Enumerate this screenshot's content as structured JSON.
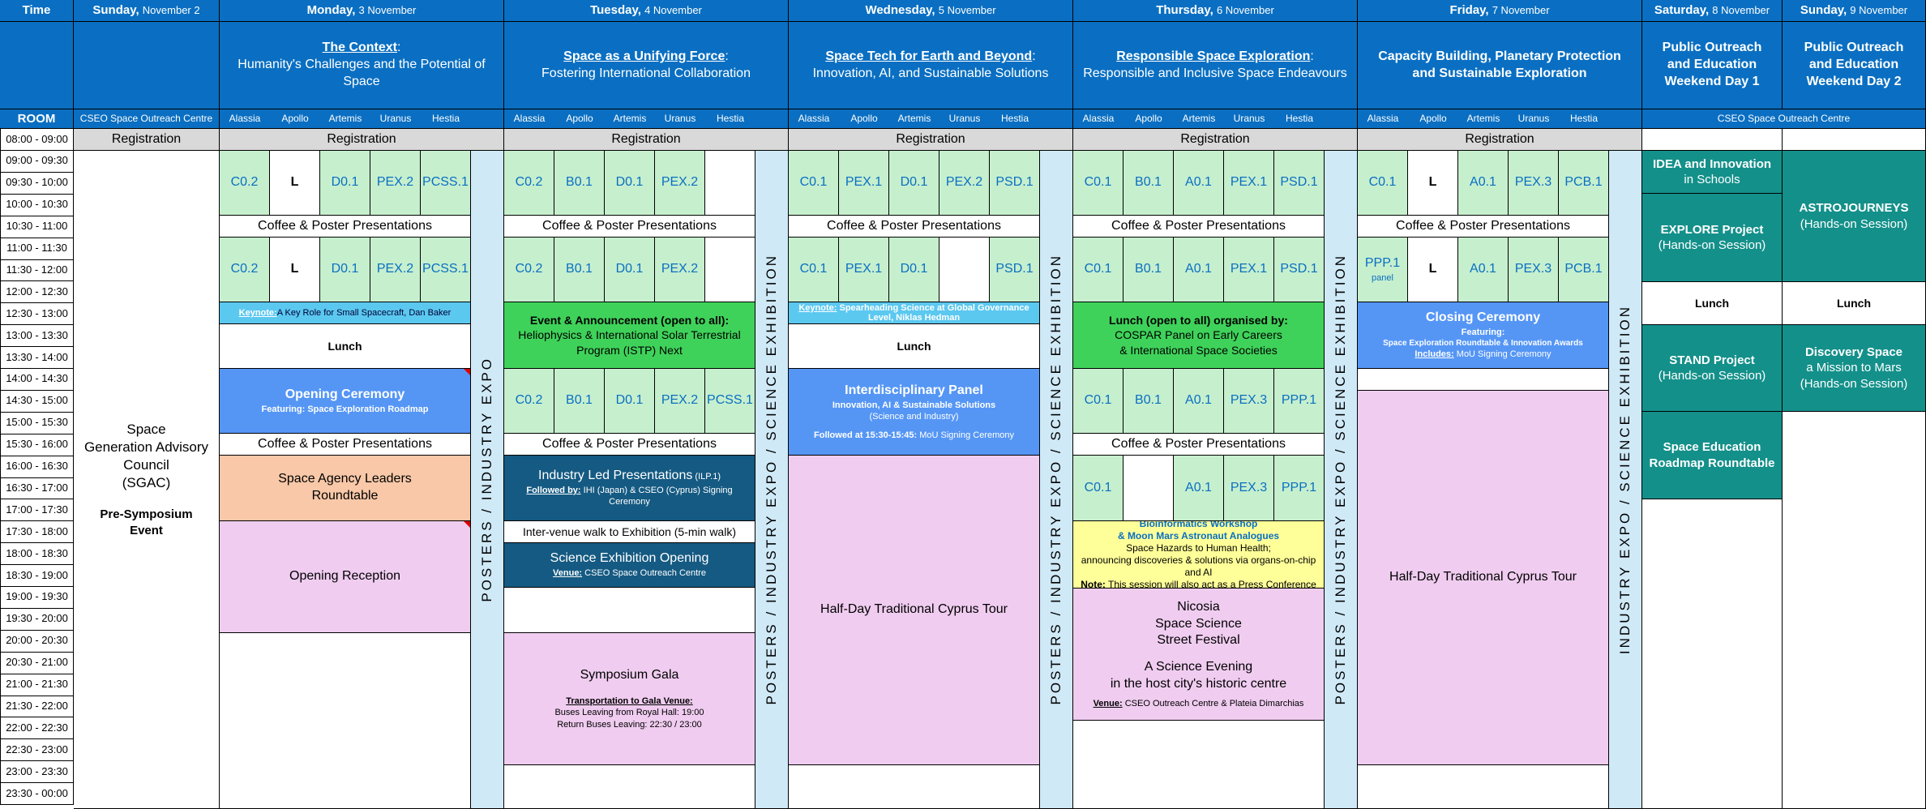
{
  "header": {
    "time": "Time",
    "room": "ROOM",
    "days": [
      {
        "name": "Sunday,",
        "date": "November 2"
      },
      {
        "name": "Monday,",
        "date": "3 November"
      },
      {
        "name": "Tuesday,",
        "date": "4 November"
      },
      {
        "name": "Wednesday,",
        "date": "5 November"
      },
      {
        "name": "Thursday,",
        "date": "6 November"
      },
      {
        "name": "Friday,",
        "date": "7 November"
      },
      {
        "name": "Saturday,",
        "date": "8 November"
      },
      {
        "name": "Sunday,",
        "date": "9 November"
      }
    ],
    "themes": [
      {
        "title": "The Context",
        "sub": "Humanity's Challenges and the Potential of Space"
      },
      {
        "title": "Space as a Unifying Force",
        "sub": "Fostering International Collaboration"
      },
      {
        "title": "Space Tech for Earth and Beyond",
        "sub": "Innovation, AI, and Sustainable Solutions"
      },
      {
        "title": "Responsible Space Exploration",
        "sub": "Responsible and Inclusive Space Endeavours"
      },
      {
        "title": "Capacity Building, Planetary Protection and Sustainable Exploration",
        "sub": ""
      },
      {
        "title": "Public Outreach and Education Weekend Day 1",
        "sub": ""
      },
      {
        "title": "Public Outreach and Education Weekend Day 2",
        "sub": ""
      }
    ],
    "venue_sun": "CSEO Space Outreach Centre",
    "venue_sat": "CSEO Space Outreach Centre",
    "rooms": [
      "Alassia",
      "Apollo",
      "Artemis",
      "Uranus",
      "Hestia"
    ]
  },
  "times": [
    "08:00 - 09:00",
    "09:00 - 09:30",
    "09:30 - 10:00",
    "10:00 - 10:30",
    "10:30 - 11:00",
    "11:00 - 11:30",
    "11:30 - 12:00",
    "12:00 - 12:30",
    "12:30 - 13:00",
    "13:00 - 13:30",
    "13:30 - 14:00",
    "14:00 - 14:30",
    "14:30 - 15:00",
    "15:00 - 15:30",
    "15:30 - 16:00",
    "16:00 - 16:30",
    "16:30 - 17:00",
    "17:00 - 17:30",
    "17:30 - 18:00",
    "18:00 - 18:30",
    "18:30 - 19:00",
    "19:00 - 19:30",
    "19:30 - 20:00",
    "20:00 - 20:30",
    "20:30 - 21:00",
    "21:00 - 21:30",
    "21:30 - 22:00",
    "22:00 - 22:30",
    "22:30 - 23:00",
    "23:00 - 23:30",
    "23:30 - 00:00"
  ],
  "labels": {
    "registration": "Registration",
    "coffee": "Coffee & Poster Presentations",
    "lunch": "Lunch",
    "L": "L",
    "posters_industry": "POSTERS / INDUSTRY EXPO",
    "posters_science": "POSTERS / INDUSTRY EXPO / SCIENCE EXHIBITION",
    "industry_science": "INDUSTRY EXPO / SCIENCE EXHIBITION"
  },
  "sunday": {
    "line1": "Space",
    "line2": "Generation Advisory",
    "line3": "Council",
    "line4": "(SGAC)",
    "pre1": "Pre-Symposium",
    "pre2": "Event"
  },
  "monday": {
    "am1": [
      "C0.2",
      "D0.1",
      "PEX.2",
      "PCSS.1"
    ],
    "am2": [
      "C0.2",
      "D0.1",
      "PEX.2",
      "PCSS.1"
    ],
    "keynote_label": "Keynote:",
    "keynote": " A Key Role for Small Spacecraft, Dan Baker",
    "opening": "Opening Ceremony",
    "opening_feat": "Featuring: Space Exploration Roadmap",
    "leaders1": "Space Agency Leaders",
    "leaders2": "Roundtable",
    "reception": "Opening Reception"
  },
  "tuesday": {
    "am1": [
      "C0.2",
      "B0.1",
      "D0.1",
      "PEX.2"
    ],
    "am2": [
      "C0.2",
      "B0.1",
      "D0.1",
      "PEX.2"
    ],
    "event_title": "Event & Announcement (open to all):",
    "event_sub": "Heliophysics & International Solar Terrestrial Program (ISTP) Next",
    "pm1": [
      "C0.2",
      "B0.1",
      "D0.1",
      "PEX.2",
      "PCSS.1"
    ],
    "industry": "Industry Led Presentations",
    "industry_code": " (ILP.1)",
    "followed_label": "Followed by:",
    "followed": " IHI (Japan) & CSEO (Cyprus) Signing Ceremony",
    "walk": "Inter-venue walk to Exhibition (5-min walk)",
    "sci_open": "Science Exhibition Opening",
    "venue_label": "Venue:",
    "venue": " CSEO Space Outreach Centre",
    "gala": "Symposium Gala",
    "gala_transport": "Transportation to Gala Venue:",
    "gala_bus1": "Buses Leaving from Royal Hall: 19:00",
    "gala_bus2": "Return Buses Leaving: 22:30 / 23:00"
  },
  "wednesday": {
    "am1": [
      "C0.1",
      "PEX.1",
      "D0.1",
      "PEX.2",
      "PSD.1"
    ],
    "am2": [
      "C0.1",
      "PEX.1",
      "D0.1",
      "PSD.1"
    ],
    "keynote_label": "Keynote:",
    "keynote": " Spearheading Science at Global Governance Level, Niklas Hedman",
    "panel": "Interdisciplinary Panel",
    "panel_sub1": "Innovation, AI & Sustainable Solutions",
    "panel_sub2": "(Science and Industry)",
    "panel_follow": "Followed at 15:30-15:45:",
    "panel_follow2": " MoU Signing Ceremony",
    "tour": "Half-Day Traditional Cyprus Tour"
  },
  "thursday": {
    "am1": [
      "C0.1",
      "B0.1",
      "A0.1",
      "PEX.1",
      "PSD.1"
    ],
    "am2": [
      "C0.1",
      "B0.1",
      "A0.1",
      "PEX.1",
      "PSD.1"
    ],
    "lunch1": "Lunch (open to all) organised by:",
    "lunch2": "COSPAR Panel on Early Careers",
    "lunch3": "& International Space Societies",
    "pm1": [
      "C0.1",
      "B0.1",
      "A0.1",
      "PEX.3",
      "PPP.1"
    ],
    "pm2": [
      "C0.1",
      "A0.1",
      "PEX.3",
      "PPP.1"
    ],
    "bio1": "Bioinformatics Workshop",
    "bio2": "& Moon Mars Astronaut Analogues",
    "bio3": "Space Hazards to Human Health;",
    "bio4": "announcing discoveries & solutions via organs-on-chip and AI",
    "note_label": "Note:",
    "note": " This session will also act as a Press Conference",
    "fest1": "Nicosia",
    "fest2": "Space Science",
    "fest3": "Street Festival",
    "fest4": "A Science Evening",
    "fest5": "in the host city's historic centre",
    "fest_venue_label": "Venue:",
    "fest_venue": " CSEO Outreach Centre & Plateia Dimarchias"
  },
  "friday": {
    "am1": [
      "C0.1",
      "A0.1",
      "PEX.3",
      "PCB.1"
    ],
    "am2": [
      "A0.1",
      "PEX.3",
      "PCB.1"
    ],
    "ppp": "PPP.1",
    "ppp_sub": "panel",
    "closing": "Closing Ceremony",
    "closing_feat": "Featuring:",
    "closing_feat2": "Space Exploration Roundtable & Innovation Awards",
    "includes_label": "Includes:",
    "includes": " MoU Signing Ceremony",
    "tour": "Half-Day Traditional Cyprus Tour"
  },
  "saturday": {
    "idea1": "IDEA and Innovation",
    "idea2": "in Schools",
    "explore1": "EXPLORE Project",
    "explore2": "(Hands-on Session)",
    "stand1": "STAND Project",
    "stand2": "(Hands-on Session)",
    "edu1": "Space Education",
    "edu2": "Roadmap Roundtable"
  },
  "sunday2": {
    "astro1": "ASTROJOURNEYS",
    "astro2": "(Hands-on Session)",
    "disc1": "Discovery Space",
    "disc2": "a Mission to Mars",
    "disc3": "(Hands-on Session)"
  }
}
